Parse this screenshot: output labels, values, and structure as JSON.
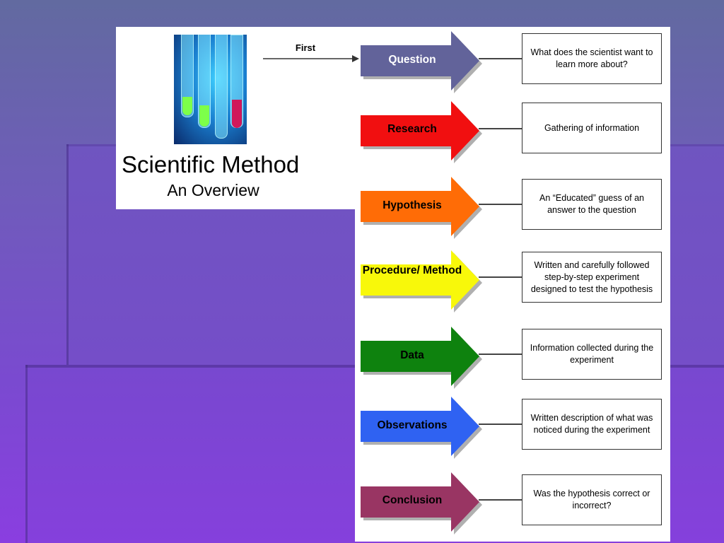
{
  "title": "Scientific Method",
  "subtitle": "An Overview",
  "first_label": "First",
  "steps": [
    {
      "label": "Question",
      "description": "What does the scientist want to learn more about?",
      "color": "#62639a",
      "text_color": "#ffffff"
    },
    {
      "label": "Research",
      "description": "Gathering of information",
      "color": "#f10f10",
      "text_color": "#000000"
    },
    {
      "label": "Hypothesis",
      "description": "An “Educated” guess of an answer to the question",
      "color": "#ff6c06",
      "text_color": "#000000"
    },
    {
      "label": "Procedure/ Method",
      "description": "Written and carefully followed step-by-step experiment designed to test the hypothesis",
      "color": "#f8f80a",
      "text_color": "#000000"
    },
    {
      "label": "Data",
      "description": "Information collected during the experiment",
      "color": "#0e820e",
      "text_color": "#000000"
    },
    {
      "label": "Observations",
      "description": "Written description of what was noticed during the experiment",
      "color": "#2f62f2",
      "text_color": "#000000"
    },
    {
      "label": "Conclusion",
      "description": "Was the hypothesis correct or incorrect?",
      "color": "#993563",
      "text_color": "#000000"
    }
  ]
}
